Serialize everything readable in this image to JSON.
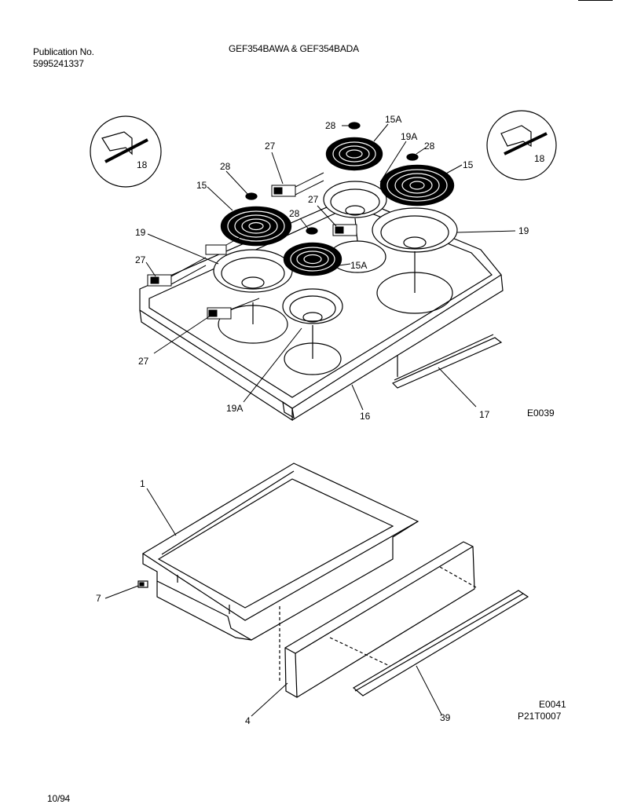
{
  "header": {
    "publication_label": "Publication No.",
    "publication_number": "5995241337",
    "models": "GEF354BAWA & GEF354BADA"
  },
  "footer": {
    "date": "10/94"
  },
  "figure_codes": {
    "top": "E0039",
    "bottom": "E0041",
    "page_code": "P21T0007"
  },
  "part_labels": {
    "p1": "1",
    "p4": "4",
    "p7": "7",
    "p15": "15",
    "p15a": "15A",
    "p16": "16",
    "p17": "17",
    "p18": "18",
    "p19": "19",
    "p19a": "19A",
    "p27": "27",
    "p28": "28",
    "p39": "39"
  }
}
